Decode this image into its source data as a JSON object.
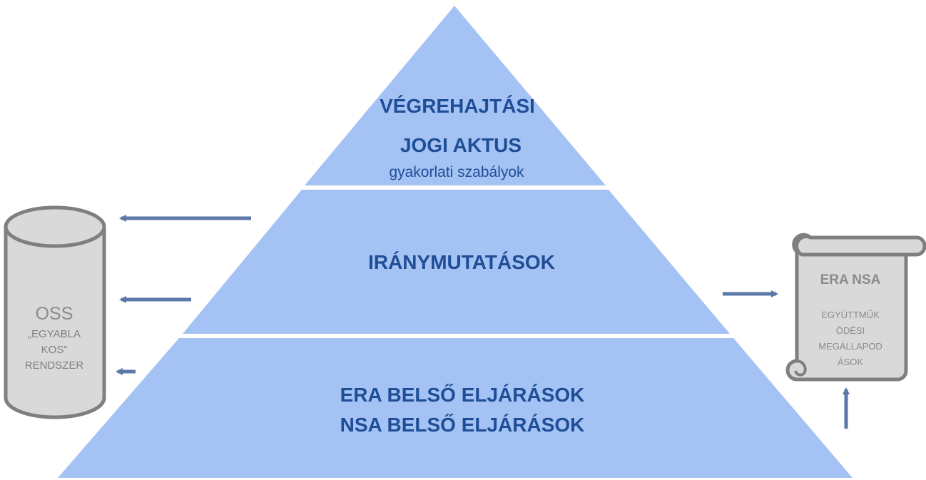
{
  "pyramid": {
    "top": {
      "title_line1": "VÉGREHAJTÁSI",
      "title_line2": "JOGI AKTUS",
      "subtitle": "gyakorlati szabályok"
    },
    "middle": {
      "title": "IRÁNYMUTATÁSOK"
    },
    "bottom": {
      "title_line1": "ERA BELSŐ ELJÁRÁSOK",
      "title_line2": "NSA BELSŐ ELJÁRÁSOK"
    }
  },
  "oss": {
    "title": "OSS",
    "line1": "„EGYABLA",
    "line2": "KOS”",
    "line3": "RENDSZER"
  },
  "era_nsa": {
    "title": "ERA NSA",
    "line1": "EGYÜTTMŰK",
    "line2": "ÖDÉSI",
    "line3": "MEGÁLLAPOD",
    "line4": "ÁSOK"
  },
  "colors": {
    "pyramid_fill": "#a4c2f4",
    "tier_text": "#1f4e96",
    "arrow": "#5a78a8",
    "shape_gray": "#d9d9d9",
    "shape_outline": "#7f7f7f"
  }
}
